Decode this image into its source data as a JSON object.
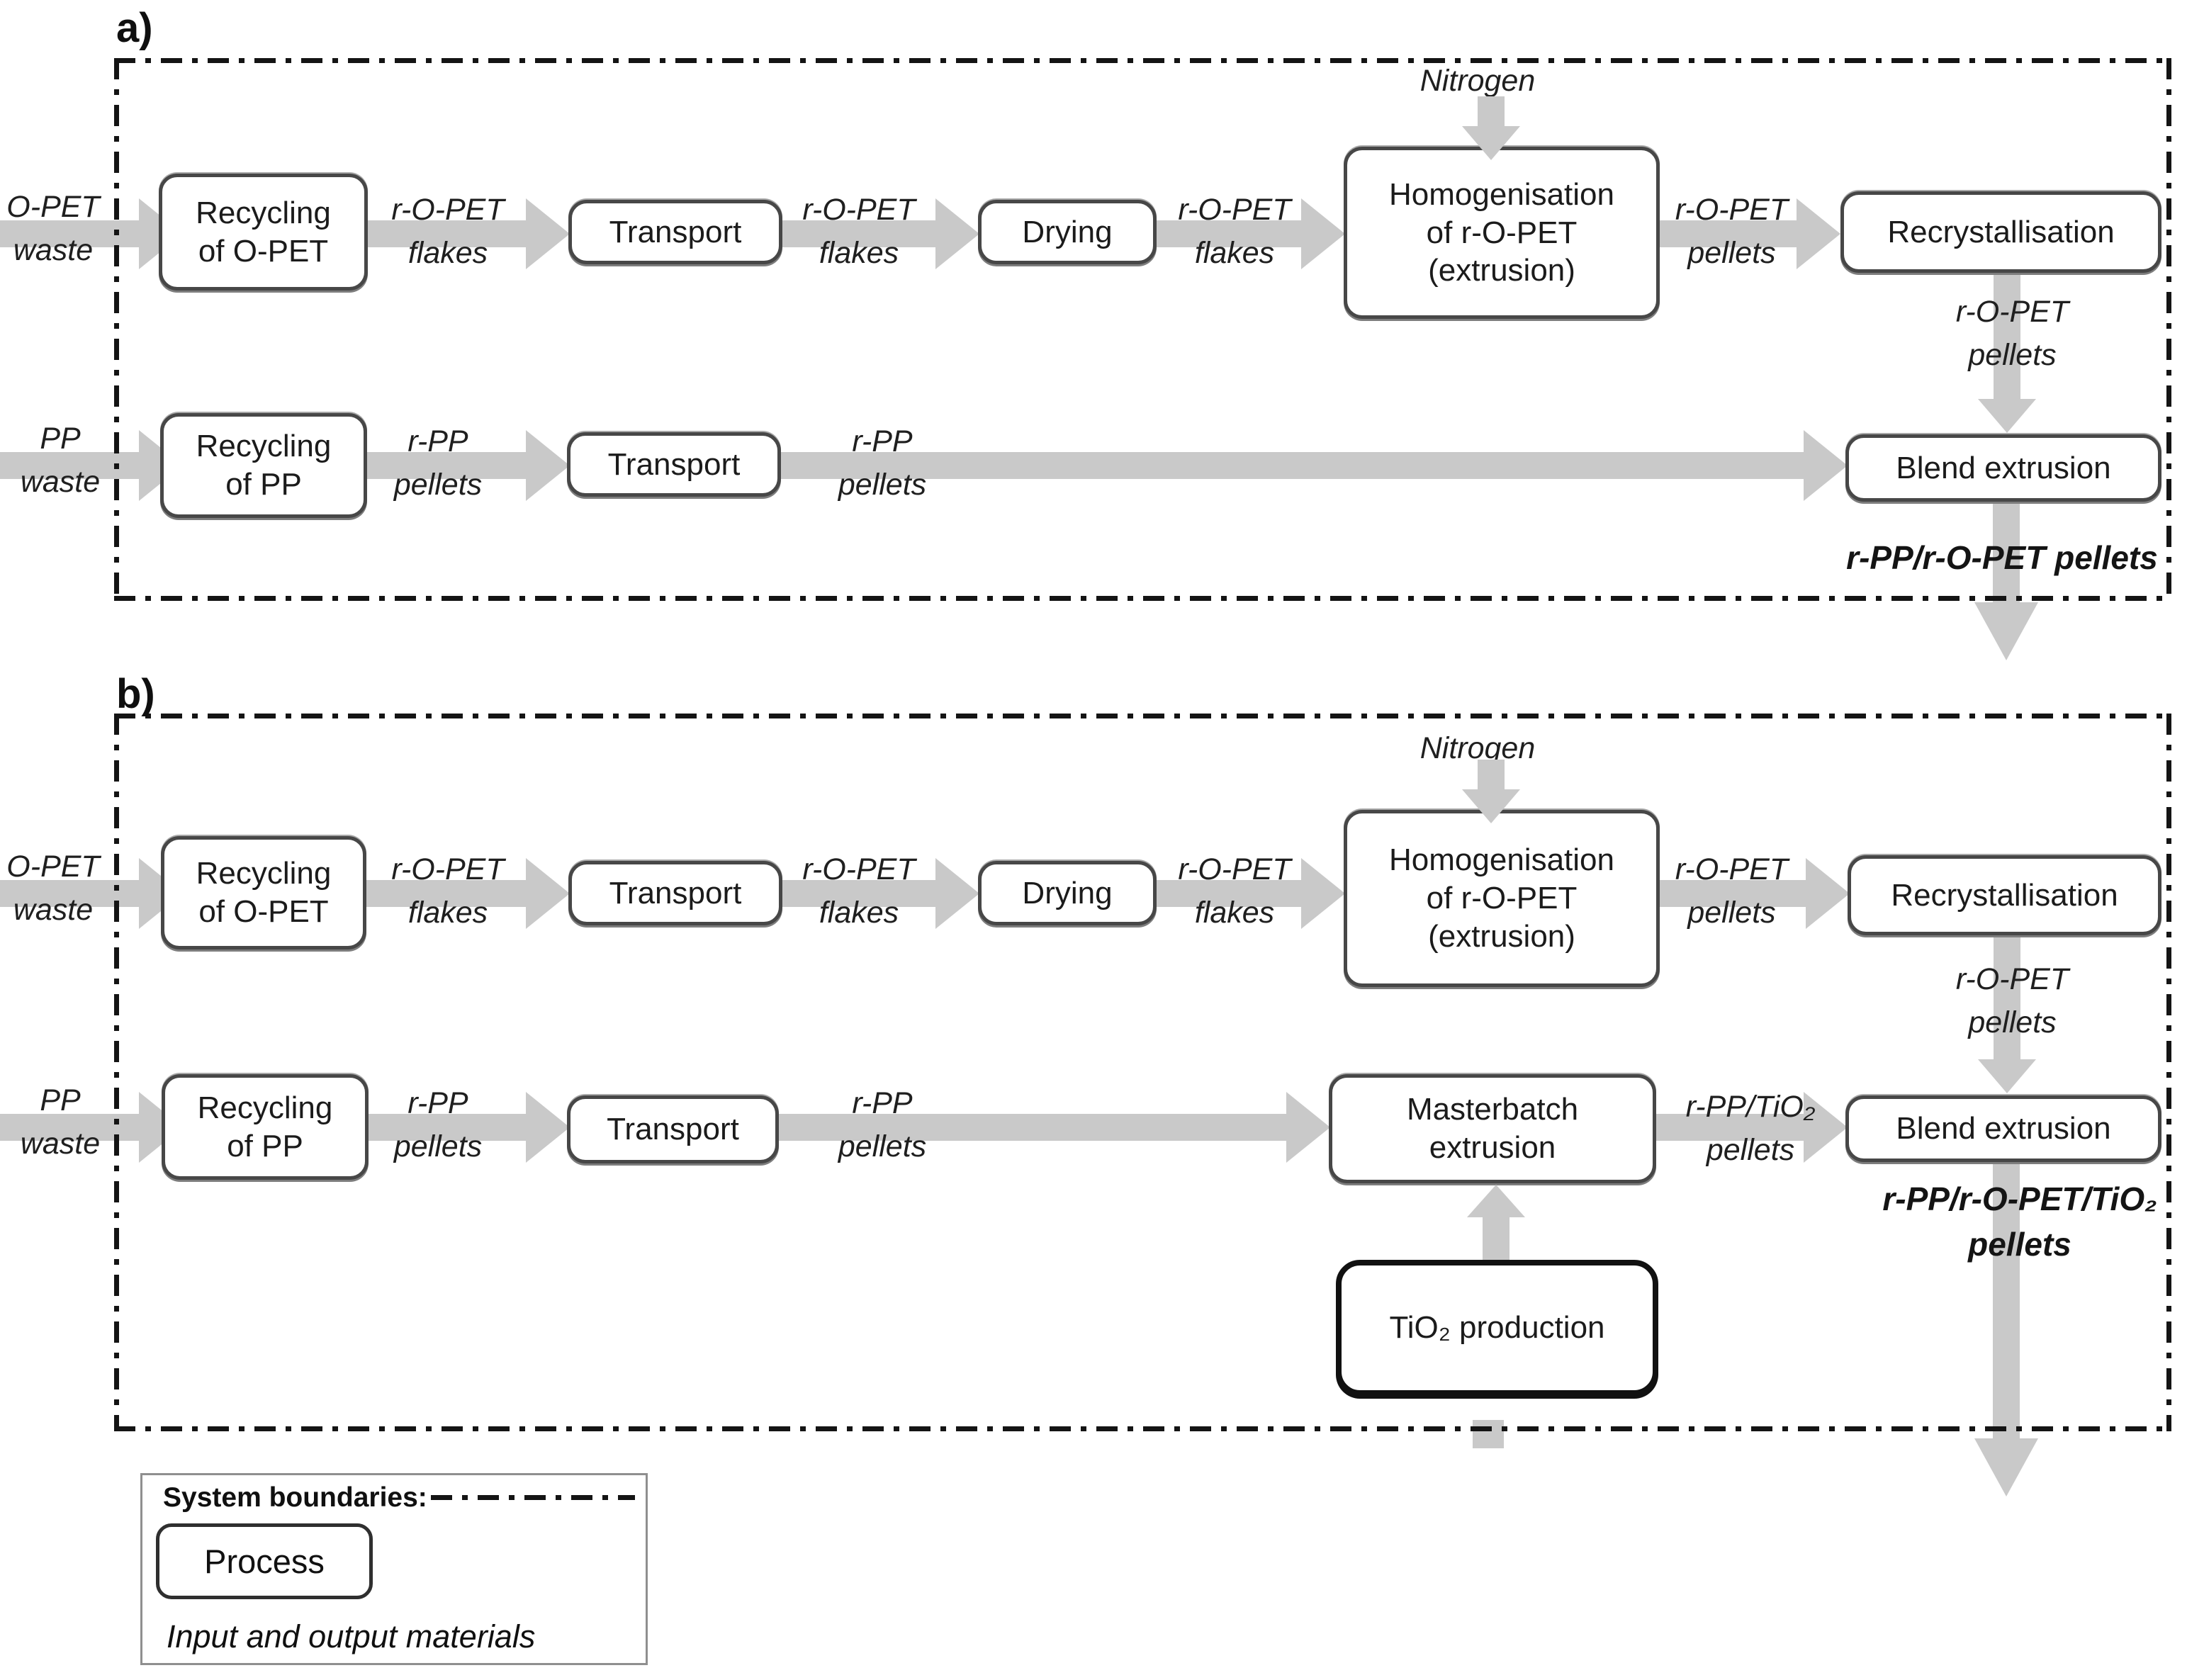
{
  "a": {
    "label": "a)",
    "nitrogen": "Nitrogen",
    "opet_waste": [
      "O-PET",
      "waste"
    ],
    "pp_waste": [
      "PP",
      "waste"
    ],
    "flakes": [
      "r-O-PET",
      "flakes"
    ],
    "ropet_pellets": [
      "r-O-PET",
      "pellets"
    ],
    "rpp_pellets": [
      "r-PP",
      "pellets"
    ],
    "boxes": {
      "recycling_opet": [
        "Recycling",
        "of O-PET"
      ],
      "transport": "Transport",
      "drying": "Drying",
      "homogenisation": [
        "Homogenisation",
        "of r-O-PET",
        "(extrusion)"
      ],
      "recrystallisation": "Recrystallisation",
      "recycling_pp": [
        "Recycling",
        "of PP"
      ],
      "blend": "Blend extrusion"
    },
    "output": "r-PP/r-O-PET pellets"
  },
  "b": {
    "label": "b)",
    "nitrogen": "Nitrogen",
    "opet_waste": [
      "O-PET",
      "waste"
    ],
    "pp_waste": [
      "PP",
      "waste"
    ],
    "flakes": [
      "r-O-PET",
      "flakes"
    ],
    "ropet_pellets": [
      "r-O-PET",
      "pellets"
    ],
    "rpp_pellets": [
      "r-PP",
      "pellets"
    ],
    "rpp_tio2": [
      "r-PP/TiO₂",
      "pellets"
    ],
    "boxes": {
      "recycling_opet": [
        "Recycling",
        "of O-PET"
      ],
      "transport": "Transport",
      "drying": "Drying",
      "homogenisation": [
        "Homogenisation",
        "of r-O-PET",
        "(extrusion)"
      ],
      "recrystallisation": "Recrystallisation",
      "recycling_pp": [
        "Recycling",
        "of PP"
      ],
      "masterbatch": [
        "Masterbatch",
        "extrusion"
      ],
      "tio2": "TiO₂ production",
      "blend": "Blend extrusion"
    },
    "output": [
      "r-PP/r-O-PET/TiO₂",
      "pellets"
    ]
  },
  "legend": {
    "system_boundaries": "System boundaries:",
    "process": "Process",
    "materials": "Input and output materials"
  }
}
